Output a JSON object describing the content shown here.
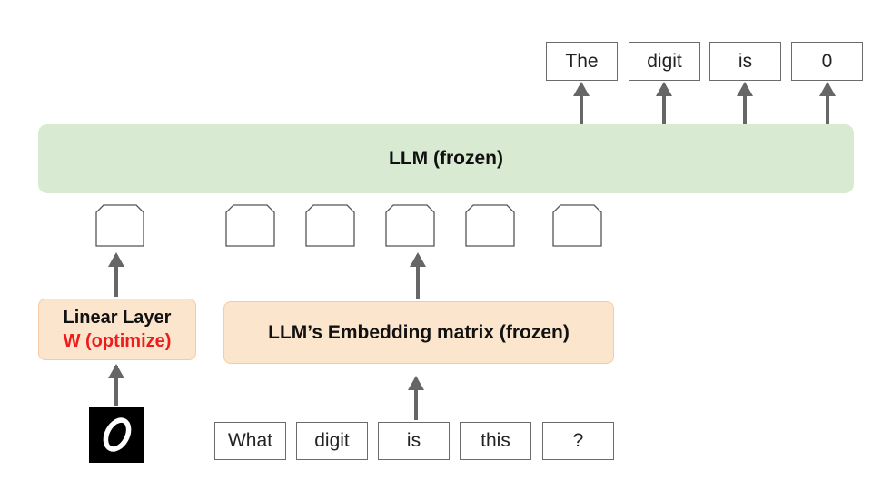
{
  "llm": {
    "label": "LLM (frozen)"
  },
  "output_tokens": [
    "The",
    "digit",
    "is",
    "0"
  ],
  "linear_layer": {
    "title": "Linear Layer",
    "param": "W (optimize)"
  },
  "embedding": {
    "label": "LLM’s Embedding matrix (frozen)"
  },
  "input_tokens": [
    "What",
    "digit",
    "is",
    "this",
    "?"
  ],
  "image": {
    "depicts": "0",
    "icon": "mnist-digit-image"
  },
  "colors": {
    "llm_fill": "#d9ead3",
    "orange_fill": "#fce5cd",
    "optimize_text": "#ee1c1c",
    "arrow": "#666666"
  }
}
